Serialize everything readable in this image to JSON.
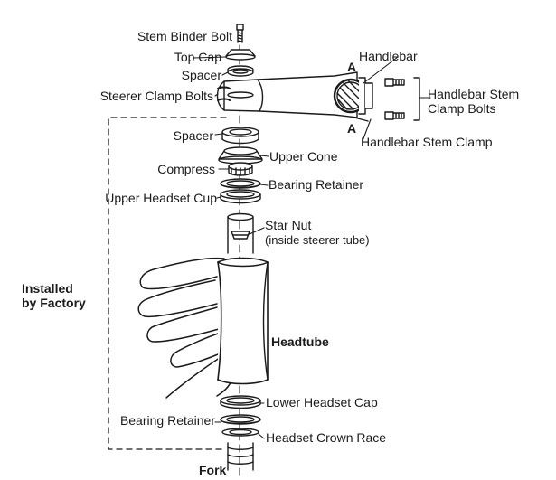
{
  "labels": {
    "stem_binder_bolt": "Stem Binder Bolt",
    "top_cap": "Top Cap",
    "spacer_top": "Spacer",
    "steerer_clamp_bolts": "Steerer Clamp Bolts",
    "handlebar": "Handlebar",
    "section_a_top": "A",
    "section_a_bottom": "A",
    "handlebar_stem_clamp_bolts": "Handlebar Stem\nClamp Bolts",
    "handlebar_stem_clamp": "Handlebar Stem Clamp",
    "spacer_mid": "Spacer",
    "upper_cone": "Upper Cone",
    "compress": "Compress",
    "bearing_retainer_upper": "Bearing Retainer",
    "upper_headset_cup": "Upper Headset Cup",
    "star_nut": "Star Nut",
    "star_nut_note": "(inside steerer tube)",
    "installed_by_factory": "Installed\nby Factory",
    "headtube": "Headtube",
    "lower_headset_cap": "Lower Headset Cap",
    "bearing_retainer_lower": "Bearing Retainer",
    "headset_crown_race": "Headset Crown Race",
    "fork": "Fork"
  }
}
